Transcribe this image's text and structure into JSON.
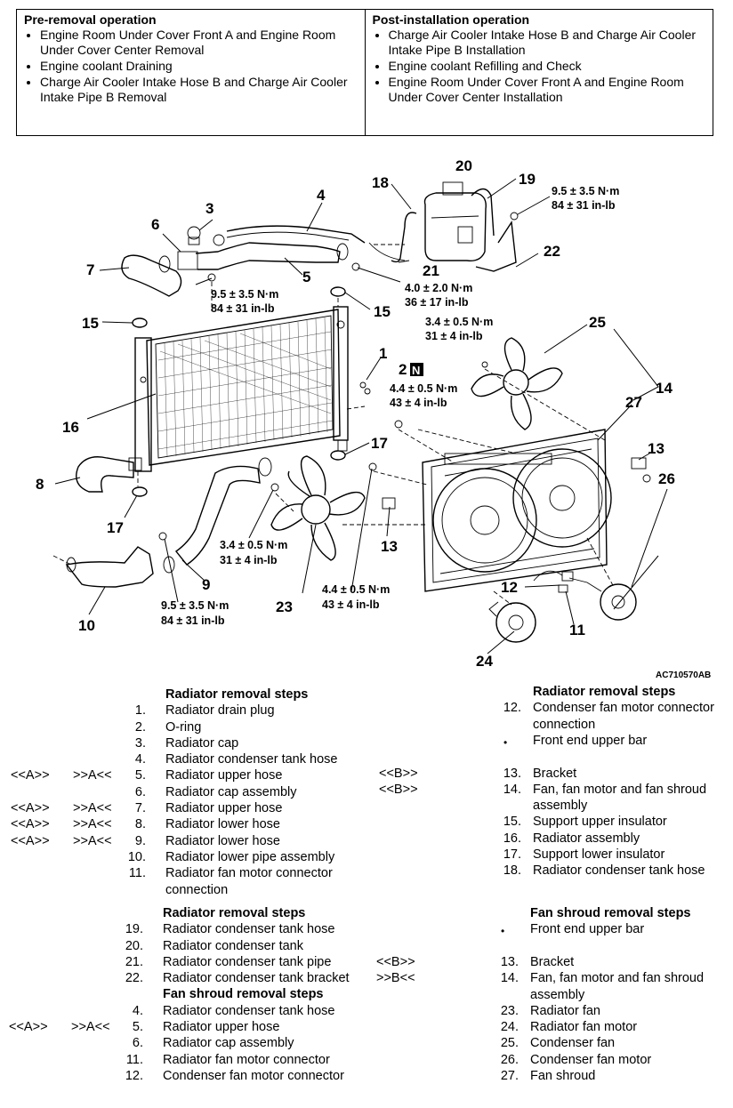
{
  "operations": {
    "pre_removal": {
      "heading": "Pre-removal operation",
      "items": [
        "Engine Room Under Cover Front A and Engine Room Under Cover Center Removal",
        "Engine coolant Draining",
        "Charge Air Cooler Intake Hose B and Charge Air Cooler Intake Pipe B Removal"
      ]
    },
    "post_installation": {
      "heading": "Post-installation operation",
      "items": [
        "Charge Air Cooler Intake Hose B and Charge Air Cooler Intake Pipe B Installation",
        "Engine coolant Refilling and Check",
        "Engine Room Under Cover Front A and Engine Room Under Cover Center Installation"
      ]
    }
  },
  "diagram": {
    "figure_code": "AC710570AB",
    "callouts": [
      "1",
      "2",
      "3",
      "4",
      "5",
      "6",
      "7",
      "8",
      "9",
      "10",
      "11",
      "12",
      "13",
      "13",
      "14",
      "15",
      "15",
      "16",
      "17",
      "17",
      "18",
      "19",
      "20",
      "21",
      "22",
      "23",
      "24",
      "25",
      "26",
      "27"
    ],
    "torques": {
      "t1_a": "9.5 ± 3.5 N·m",
      "t1_b": "84 ± 31 in-lb",
      "t2_a": "9.5 ± 3.5 N·m",
      "t2_b": "84 ± 31 in-lb",
      "t3_a": "4.0 ± 2.0 N·m",
      "t3_b": "36 ± 17 in-lb",
      "t4_a": "3.4 ± 0.5 N·m",
      "t4_b": "31 ± 4 in-lb",
      "t5_a": "4.4 ± 0.5 N·m",
      "t5_b": "43 ± 4 in-lb",
      "t6_a": "3.4 ± 0.5 N·m",
      "t6_b": "31 ± 4 in-lb",
      "t7_a": "9.5 ± 3.5 N·m",
      "t7_b": "84 ± 31 in-lb",
      "t8_a": "4.4 ± 0.5 N·m",
      "t8_b": "43 ± 4 in-lb"
    },
    "n_mark": "N"
  },
  "marks": {
    "a_left": "<<A>>",
    "a_right": ">>A<<",
    "b_left": "<<B>>",
    "b_right": ">>B<<",
    "bullet": "•"
  },
  "left_section1": {
    "heading": "Radiator removal steps",
    "rows": [
      {
        "num": "1.",
        "text": "Radiator drain plug"
      },
      {
        "num": "2.",
        "text": "O-ring"
      },
      {
        "num": "3.",
        "text": "Radiator cap"
      },
      {
        "num": "4.",
        "text": "Radiator condenser tank hose"
      },
      {
        "num": "5.",
        "text": "Radiator upper hose"
      },
      {
        "num": "6.",
        "text": "Radiator cap assembly"
      },
      {
        "num": "7.",
        "text": "Radiator upper hose"
      },
      {
        "num": "8.",
        "text": "Radiator lower hose"
      },
      {
        "num": "9.",
        "text": "Radiator lower hose"
      },
      {
        "num": "10.",
        "text": "Radiator lower pipe assembly"
      },
      {
        "num": "11.",
        "text": "Radiator fan motor connector connection"
      }
    ]
  },
  "left_section2": {
    "heading": "Radiator removal steps",
    "rows": [
      {
        "num": "19.",
        "text": "Radiator condenser tank hose"
      },
      {
        "num": "20.",
        "text": "Radiator condenser tank"
      },
      {
        "num": "21.",
        "text": "Radiator condenser tank pipe"
      },
      {
        "num": "22.",
        "text": "Radiator condenser tank bracket"
      }
    ],
    "subheading": "Fan shroud removal steps",
    "rows2": [
      {
        "num": "4.",
        "text": "Radiator condenser tank hose"
      },
      {
        "num": "5.",
        "text": "Radiator upper hose"
      },
      {
        "num": "6.",
        "text": "Radiator cap assembly"
      },
      {
        "num": "11.",
        "text": "Radiator fan motor connector"
      },
      {
        "num": "12.",
        "text": "Condenser fan motor connector"
      }
    ]
  },
  "right_section1": {
    "heading": "Radiator removal steps",
    "rows": [
      {
        "num": "12.",
        "text": "Condenser fan motor connector connection"
      },
      {
        "num": "",
        "text": "Front end upper bar"
      },
      {
        "num": "13.",
        "text": "Bracket"
      },
      {
        "num": "14.",
        "text": "Fan, fan motor and fan shroud assembly"
      },
      {
        "num": "15.",
        "text": "Support upper insulator"
      },
      {
        "num": "16.",
        "text": "Radiator assembly"
      },
      {
        "num": "17.",
        "text": "Support lower insulator"
      },
      {
        "num": "18.",
        "text": "Radiator condenser tank hose"
      }
    ]
  },
  "right_section2": {
    "heading": "Fan shroud removal steps",
    "rows": [
      {
        "num": "",
        "text": "Front end upper bar"
      },
      {
        "num": "13.",
        "text": "Bracket"
      },
      {
        "num": "14.",
        "text": "Fan, fan motor and fan shroud assembly"
      },
      {
        "num": "23.",
        "text": "Radiator fan"
      },
      {
        "num": "24.",
        "text": "Radiator fan motor"
      },
      {
        "num": "25.",
        "text": "Condenser fan"
      },
      {
        "num": "26.",
        "text": "Condenser fan motor"
      },
      {
        "num": "27.",
        "text": "Fan shroud"
      }
    ]
  }
}
